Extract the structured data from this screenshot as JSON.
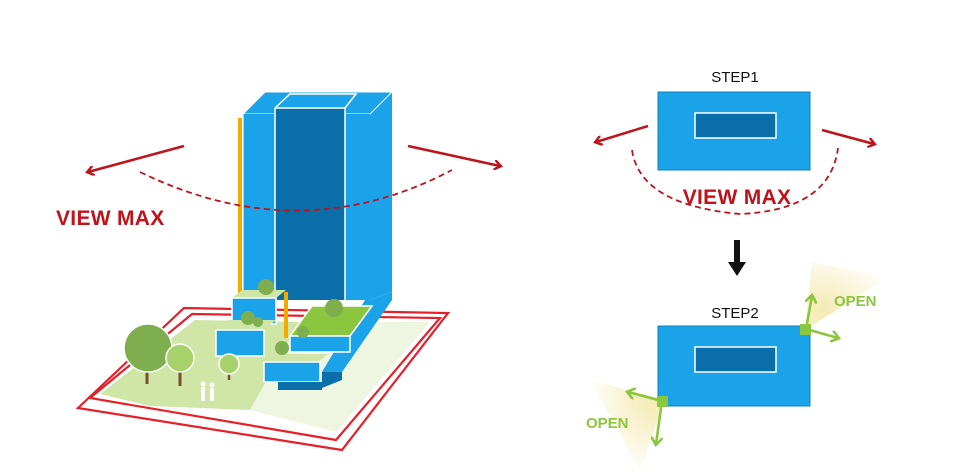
{
  "diagram": {
    "left": {
      "view_label": "VIEW MAX"
    },
    "right": {
      "step1": {
        "title": "STEP1",
        "view_label": "VIEW MAX"
      },
      "step2": {
        "title": "STEP2",
        "open_top": "OPEN",
        "open_bottom": "OPEN"
      }
    }
  },
  "colors": {
    "arrow_red": "#c0121b",
    "building_blue": "#1aa3e8",
    "core_blue": "#0a6fa8",
    "green_label": "#8cc63f",
    "accent_orange": "#f2a900",
    "lawn_green": "#cfe6a6"
  }
}
